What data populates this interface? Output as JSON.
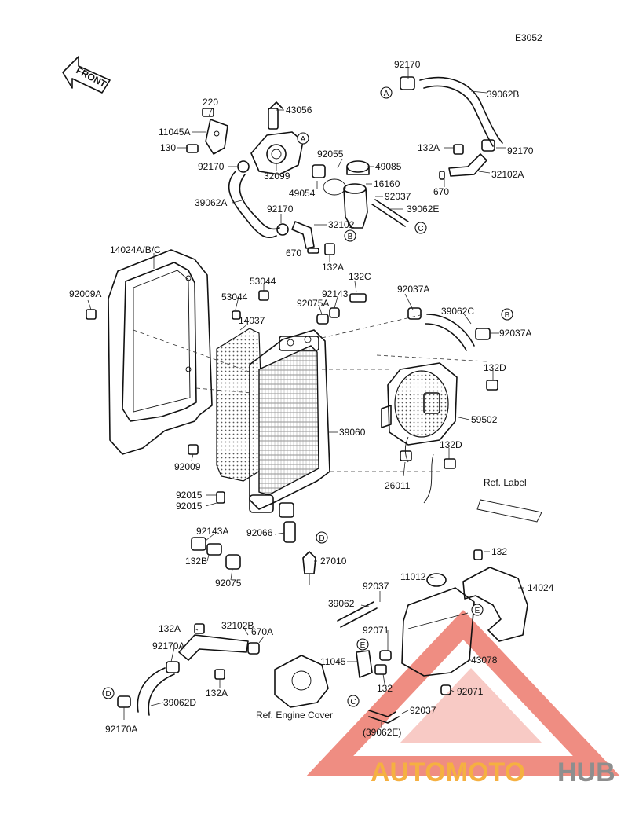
{
  "diagram": {
    "code": "E3052",
    "front_label": "FRONT",
    "ref_label": "Ref. Label",
    "ref_engine_cover": "Ref. Engine Cover",
    "callout_letters": [
      "A",
      "B",
      "C",
      "D",
      "E"
    ],
    "part_numbers": [
      "92170",
      "39062B",
      "220",
      "43056",
      "11045A",
      "130",
      "92170",
      "32099",
      "92055",
      "49085",
      "132A",
      "92170",
      "32102A",
      "49054",
      "16160",
      "92037",
      "670",
      "39062A",
      "92170",
      "32102",
      "39062E",
      "670",
      "132A",
      "14024A/B/C",
      "53044",
      "132C",
      "53044",
      "92143",
      "92075A",
      "92037A",
      "92009A",
      "14037",
      "39062C",
      "92037A",
      "132D",
      "39060",
      "59502",
      "92009",
      "132D",
      "26011",
      "92015",
      "92015",
      "92066",
      "92143A",
      "132B",
      "27010",
      "92075",
      "11012",
      "92037",
      "132",
      "14024",
      "39062",
      "92071",
      "132A",
      "32102B",
      "92170A",
      "670A",
      "11045",
      "43078",
      "132",
      "132A",
      "92071",
      "39062D",
      "92170A",
      "92037",
      "(39062E)"
    ]
  },
  "watermark": {
    "brand_a": "AUTOMOTO",
    "brand_b": "HUB",
    "color_a": "#f5b041",
    "color_b": "#8e8e8e",
    "triangle_color": "#e74c3c"
  }
}
